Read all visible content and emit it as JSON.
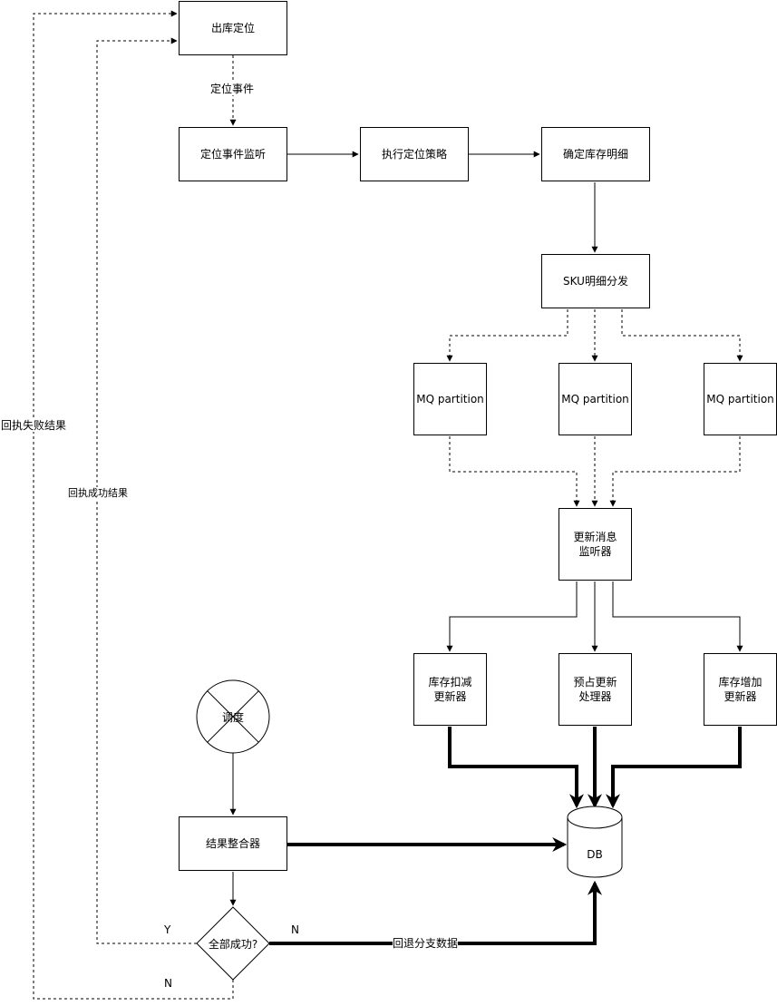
{
  "nodes": {
    "outbound_locate": "出库定位",
    "locate_event_listener": "定位事件监听",
    "execute_locate_strategy": "执行定位策略",
    "confirm_inventory_detail": "确定库存明细",
    "sku_detail_dispatch": "SKU明细分发",
    "mq_partition_1": "MQ partition",
    "mq_partition_2": "MQ partition",
    "mq_partition_3": "MQ partition",
    "update_msg_listener_line1": "更新消息",
    "update_msg_listener_line2": "监听器",
    "inv_deduct_line1": "库存扣减",
    "inv_deduct_line2": "更新器",
    "preoccupy_line1": "预占更新",
    "preoccupy_line2": "处理器",
    "inv_increase_line1": "库存增加",
    "inv_increase_line2": "更新器",
    "schedule": "调度",
    "result_integrator": "结果整合器",
    "all_success": "全部成功?",
    "db": "DB"
  },
  "edge_labels": {
    "locate_event": "定位事件",
    "return_fail_result": "回执失败结果",
    "return_success_result": "回执成功结果",
    "yes": "Y",
    "no_right": "N",
    "no_bottom": "N",
    "rollback_branch_data": "回退分支数据"
  }
}
